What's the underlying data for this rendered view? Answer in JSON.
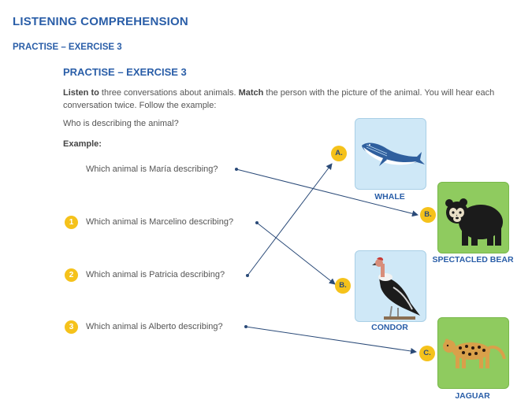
{
  "header": {
    "title": "LISTENING COMPREHENSION",
    "subtitle": "PRACTISE – EXERCISE 3"
  },
  "exercise": {
    "title": "PRACTISE – EXERCISE 3",
    "instruction_bold1": "Listen to",
    "instruction_text1": " three conversations about animals. ",
    "instruction_bold2": "Match",
    "instruction_text2": " the person with the picture of the animal. You will hear each conversation twice. Follow the example:",
    "prompt": "Who is describing the animal?",
    "example_label": "Example:"
  },
  "questions": [
    {
      "number": "",
      "text": "Which animal is María describing?"
    },
    {
      "number": "1",
      "text": "Which animal is Marcelino describing?"
    },
    {
      "number": "2",
      "text": "Which animal is Patricia describing?"
    },
    {
      "number": "3",
      "text": "Which animal is Alberto describing?"
    }
  ],
  "animals": [
    {
      "name": "WHALE",
      "badge": "A."
    },
    {
      "name": "SPECTACLED BEAR",
      "badge": "B."
    },
    {
      "name": "CONDOR",
      "badge": "B."
    },
    {
      "name": "JAGUAR",
      "badge": "C."
    }
  ],
  "colors": {
    "heading": "#2a5ea8",
    "badge": "#f5c21b",
    "line": "#2a4a78",
    "card_blue": "#cfe8f7",
    "card_green": "#8fcb5f"
  }
}
